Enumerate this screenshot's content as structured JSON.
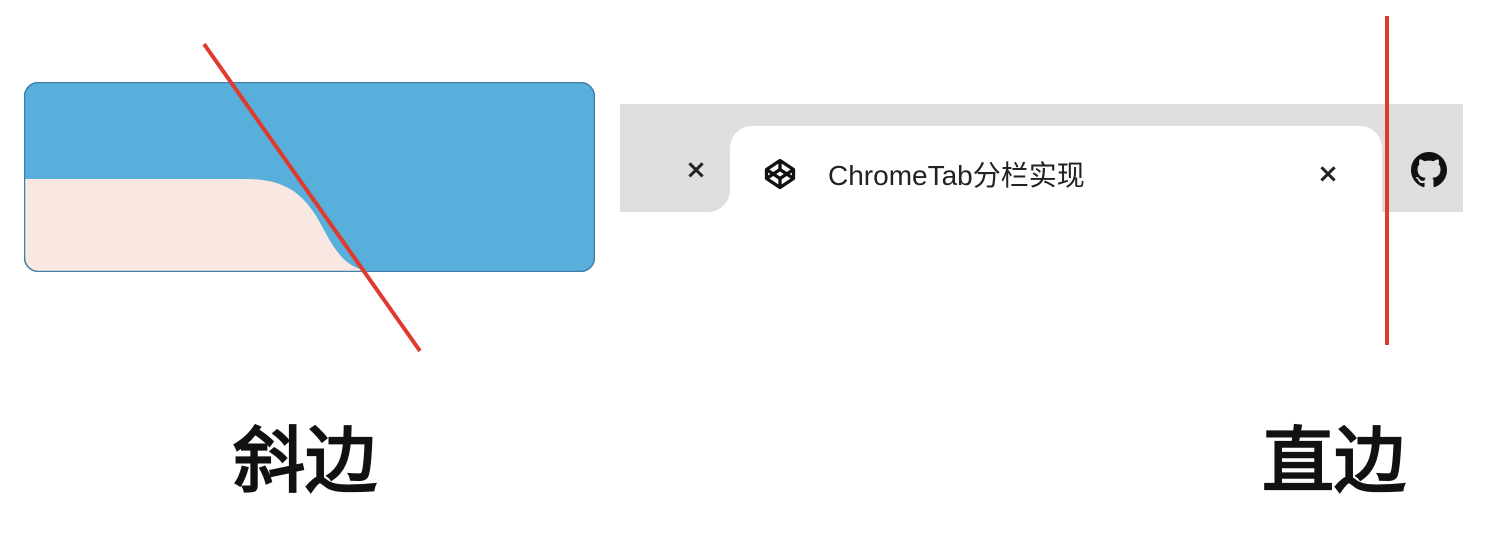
{
  "colors": {
    "blue": "#58afdc",
    "blue_border": "#3f7fa8",
    "peach": "#f9e8e2",
    "tabbar_bg": "#dedede",
    "red_line": "#e03a2f"
  },
  "left_diagram": {
    "label": "斜边"
  },
  "right_diagram": {
    "tab_title": "ChromeTab分栏实现",
    "inactive_close_glyph": "×",
    "active_close_glyph": "×",
    "favicon": "codepen-icon",
    "extra_icon": "github-icon",
    "label": "直边"
  }
}
